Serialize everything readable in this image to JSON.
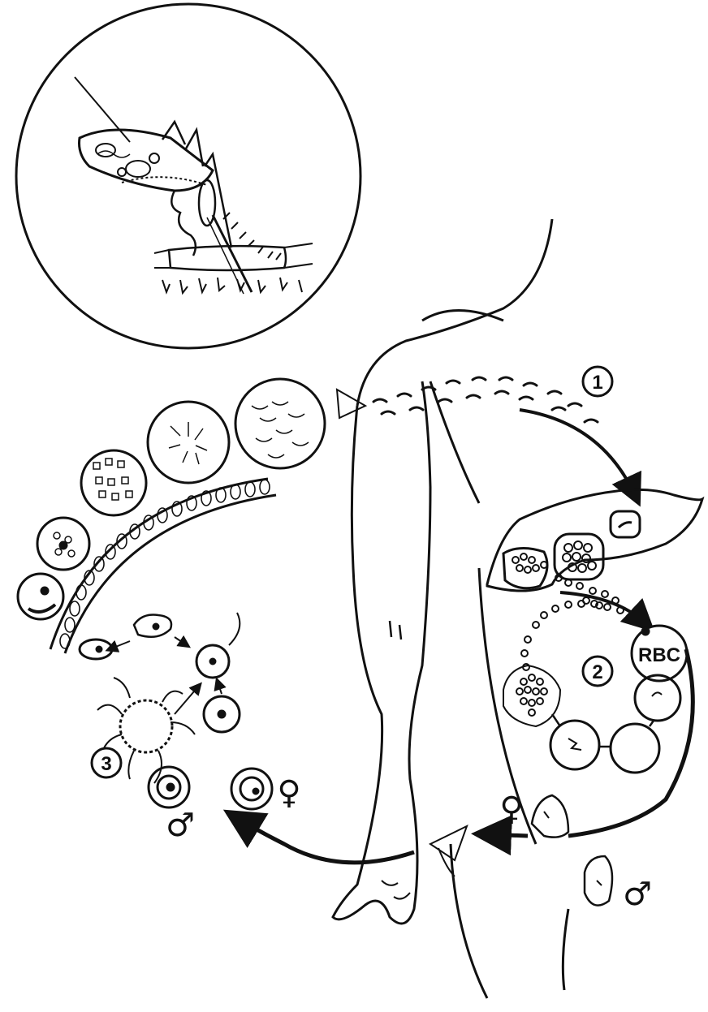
{
  "diagram": {
    "stage_labels": [
      "1",
      "2",
      "3"
    ],
    "cell_label": "RBC",
    "female_symbol": "♀",
    "male_symbol": "♂"
  },
  "colors": {
    "ink": "#111111",
    "background": "#ffffff"
  }
}
